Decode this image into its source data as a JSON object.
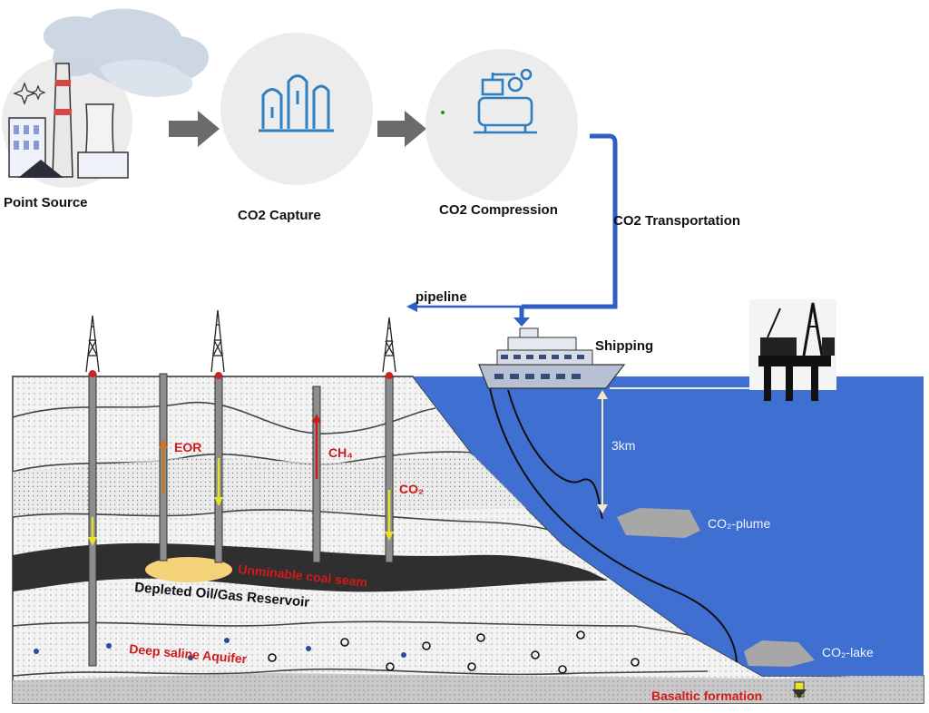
{
  "flow": {
    "point_source": "Point Source",
    "capture": "CO2 Capture",
    "compression": "CO2 Compression",
    "transportation": "CO2 Transportation",
    "pipeline": "pipeline",
    "shipping": "Shipping"
  },
  "subsurface": {
    "eor": "EOR",
    "ch4": "CH₄",
    "co2": "CO₂",
    "coal_seam": "Unminable coal seam",
    "reservoir": "Depleted Oil/Gas Reservoir",
    "aquifer": "Deep saline Aquifer",
    "basalt": "Basaltic formation"
  },
  "ocean": {
    "depth": "3km",
    "plume": "CO₂-plume",
    "lake": "CO₂-lake"
  },
  "colors": {
    "ocean": "#3f6fd0",
    "arrow": "#6b6b6b",
    "label_red": "#d11a1a",
    "coal": "#2f2f2f",
    "reservoir": "#f3d27a"
  }
}
